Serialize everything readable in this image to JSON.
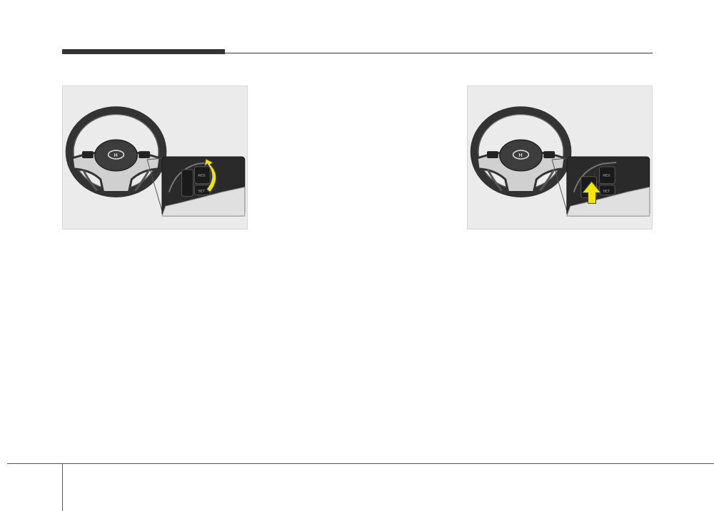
{
  "figures": [
    {
      "id": "left",
      "control": "thumbwheel",
      "gesture": "roll-up-arrow",
      "arrow_color": "#f4e600"
    },
    {
      "id": "right",
      "control": "switch",
      "gesture": "push-up-arrow",
      "arrow_color": "#f4e600"
    }
  ],
  "colors": {
    "rule": "#333333",
    "figure_bg": "#ebebeb",
    "wheel": "#3a3a3a",
    "inset_bg": "#2a2a2a"
  }
}
